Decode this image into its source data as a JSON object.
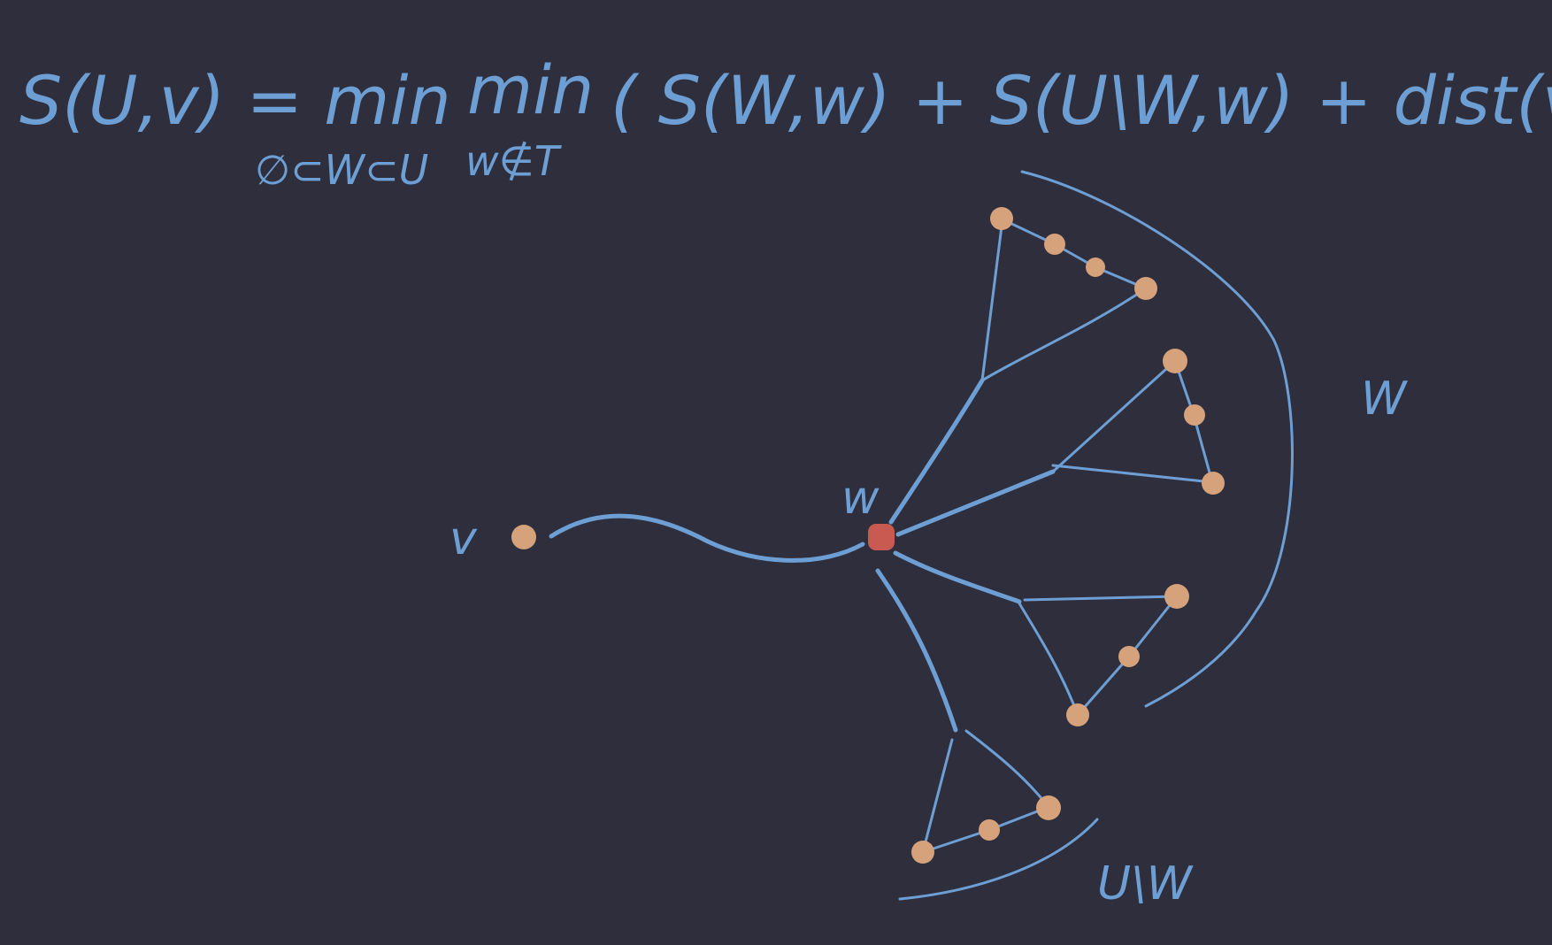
{
  "colors": {
    "background": "#2e2e3c",
    "ink": "#6e9fd4",
    "terminal": "#d6a27c",
    "root": "#c85a52"
  },
  "formula": {
    "lhs": "S(U,v) = min",
    "min2": "min",
    "body": "( S(W,w) + S(U\\W,w) + dist(v,w))",
    "sub1": "∅⊂W⊂U",
    "sub2": "w∉T"
  },
  "labels": {
    "v": "v",
    "w": "w",
    "W": "W",
    "UminusW": "U\\W"
  }
}
